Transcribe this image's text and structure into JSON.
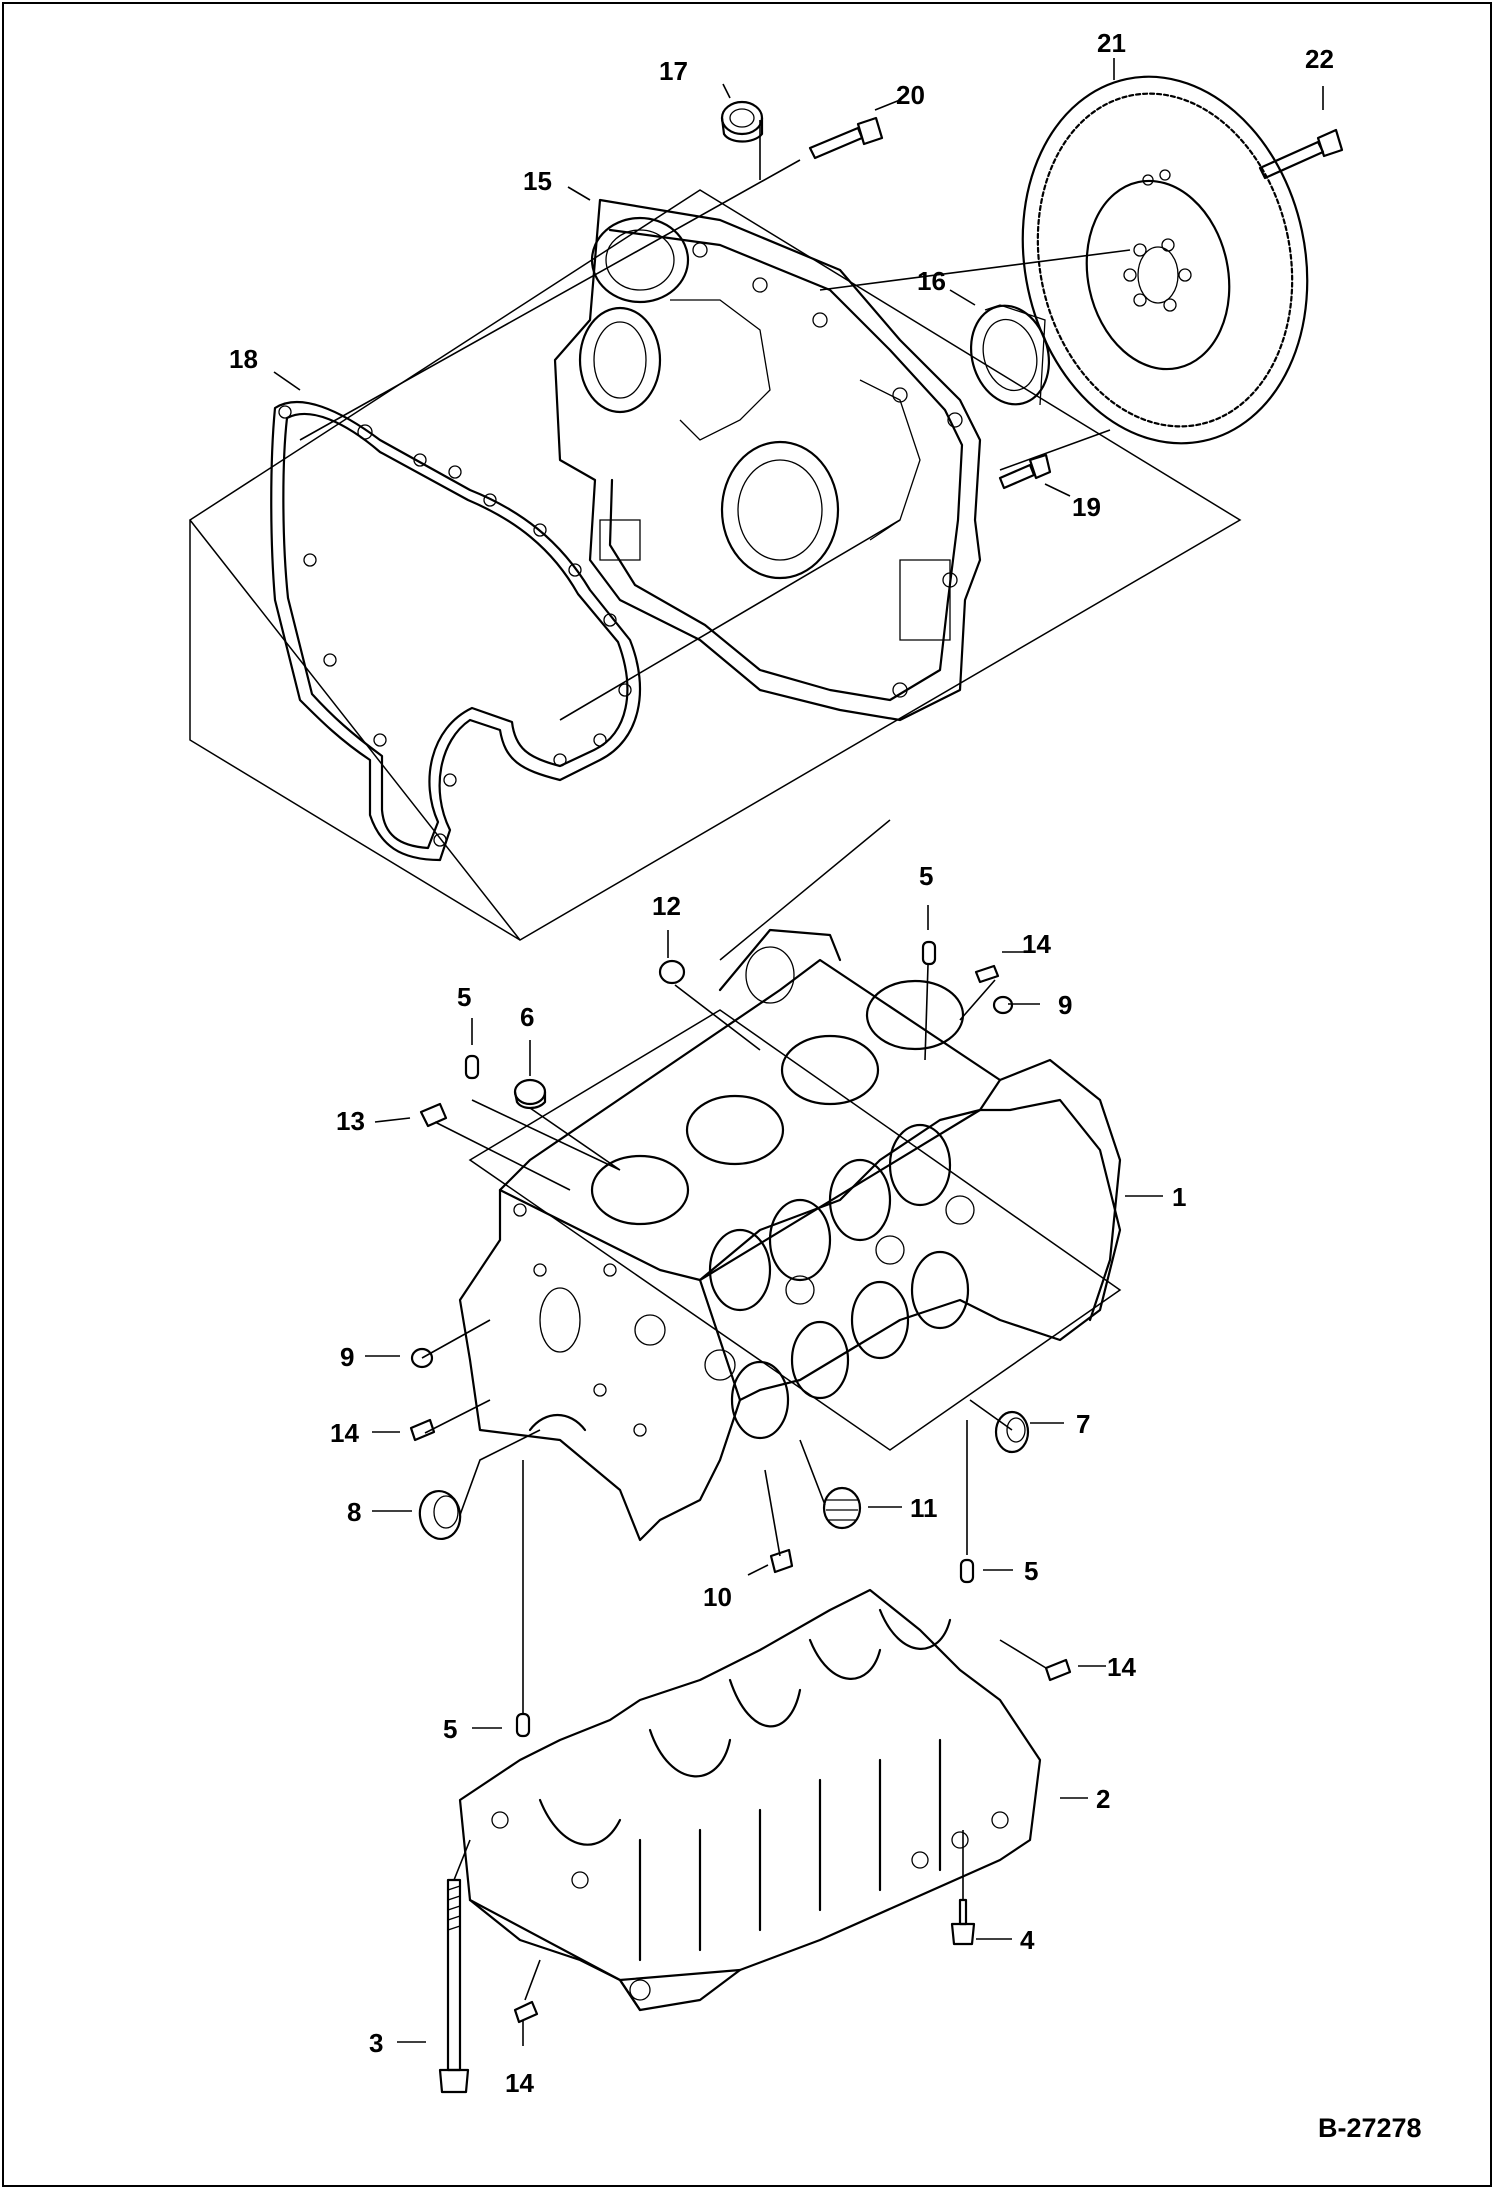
{
  "diagram": {
    "reference": "B-27278",
    "callouts": [
      {
        "id": "c1",
        "label": "1"
      },
      {
        "id": "c2",
        "label": "2"
      },
      {
        "id": "c3",
        "label": "3"
      },
      {
        "id": "c4",
        "label": "4"
      },
      {
        "id": "c5a",
        "label": "5"
      },
      {
        "id": "c5b",
        "label": "5"
      },
      {
        "id": "c5c",
        "label": "5"
      },
      {
        "id": "c5d",
        "label": "5"
      },
      {
        "id": "c6",
        "label": "6"
      },
      {
        "id": "c7",
        "label": "7"
      },
      {
        "id": "c8",
        "label": "8"
      },
      {
        "id": "c9a",
        "label": "9"
      },
      {
        "id": "c9b",
        "label": "9"
      },
      {
        "id": "c10",
        "label": "10"
      },
      {
        "id": "c11",
        "label": "11"
      },
      {
        "id": "c12",
        "label": "12"
      },
      {
        "id": "c13",
        "label": "13"
      },
      {
        "id": "c14a",
        "label": "14"
      },
      {
        "id": "c14b",
        "label": "14"
      },
      {
        "id": "c14c",
        "label": "14"
      },
      {
        "id": "c14d",
        "label": "14"
      },
      {
        "id": "c15",
        "label": "15"
      },
      {
        "id": "c16",
        "label": "16"
      },
      {
        "id": "c17",
        "label": "17"
      },
      {
        "id": "c18",
        "label": "18"
      },
      {
        "id": "c19",
        "label": "19"
      },
      {
        "id": "c20",
        "label": "20"
      },
      {
        "id": "c21",
        "label": "21"
      },
      {
        "id": "c22",
        "label": "22"
      }
    ]
  }
}
